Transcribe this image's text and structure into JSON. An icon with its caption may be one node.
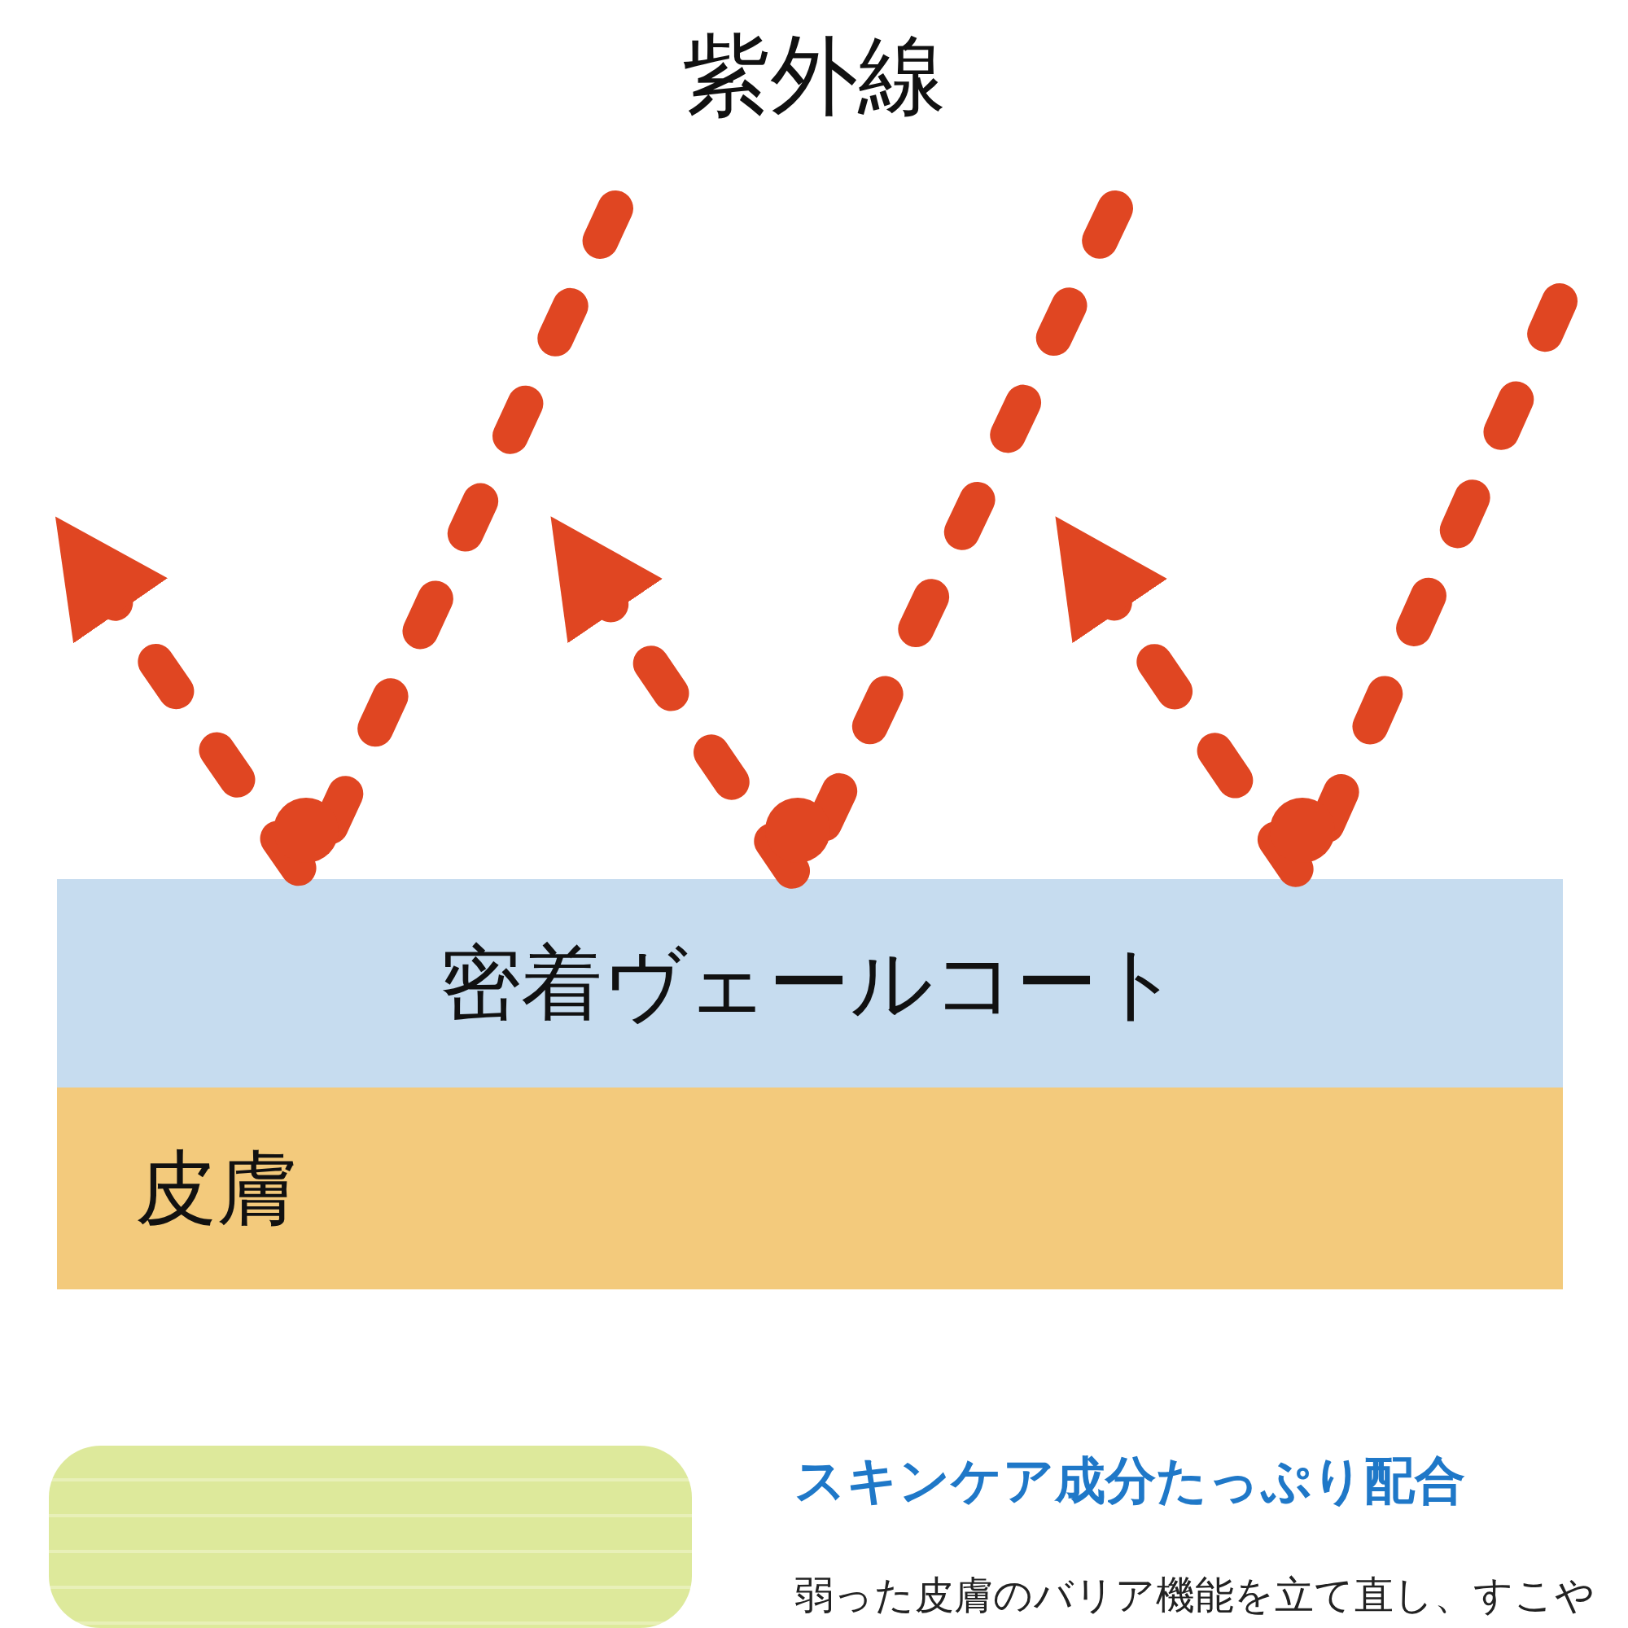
{
  "diagram": {
    "title": "紫外線",
    "nodes": [
      {
        "text": [
          "密着ヴェールコート"
        ]
      },
      {
        "text": [
          "皮膚"
        ]
      },
      {
        "text": [],
        "shape": "box"
      }
    ],
    "labels": [
      "スキンケア成分たっぷり配合",
      "弱った皮膚のバリア機能を立て直し、すこや"
    ]
  }
}
